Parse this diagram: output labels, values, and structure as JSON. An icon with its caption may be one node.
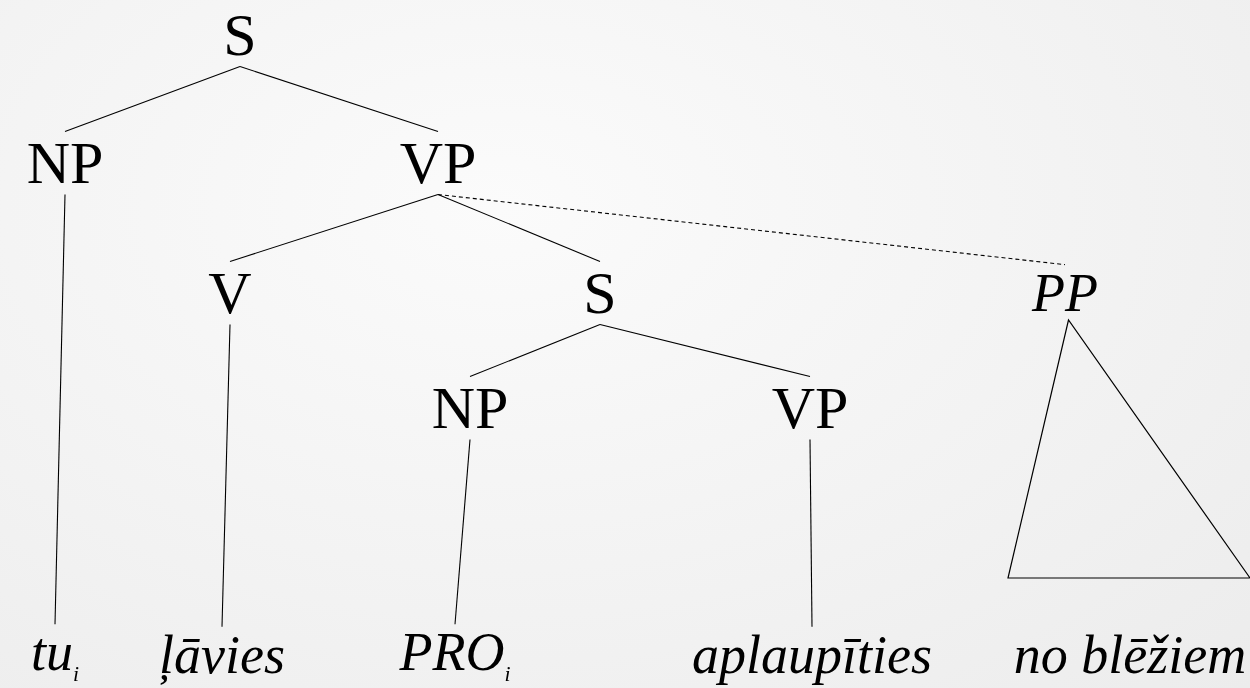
{
  "diagram": {
    "nodes": [
      {
        "text": [
          "S"
        ]
      },
      {
        "text": [
          "NP"
        ]
      },
      {
        "text": [
          "VP"
        ]
      },
      {
        "text": [
          "V"
        ]
      },
      {
        "text": [
          "S"
        ]
      },
      {
        "text": [
          "PP"
        ]
      },
      {
        "text": [
          "NP"
        ]
      },
      {
        "text": [
          "VP"
        ]
      },
      {
        "text": [
          "tu$_{i}$"
        ]
      },
      {
        "text": [
          "ļāvies"
        ]
      },
      {
        "text": [
          "PRO$_{i}$"
        ]
      },
      {
        "text": [
          "aplaupīties"
        ]
      },
      {
        "text": [],
        "shape": "triangle"
      },
      {
        "text": [
          "no blēžiem"
        ]
      }
    ],
    "edges": [
      {
        "from": 0,
        "to": 1,
        "arrow": "none"
      },
      {
        "from": 0,
        "to": 2,
        "arrow": "none"
      },
      {
        "from": 2,
        "to": 3,
        "arrow": "none"
      },
      {
        "from": 2,
        "to": 4,
        "arrow": "none"
      },
      {
        "from": 2,
        "to": 5,
        "arrow": "none",
        "style": "dashed"
      },
      {
        "from": 4,
        "to": 6,
        "arrow": "none"
      },
      {
        "from": 4,
        "to": 7,
        "arrow": "none"
      },
      {
        "from": 1,
        "to": 8,
        "arrow": "none"
      },
      {
        "from": 3,
        "to": 9,
        "arrow": "none"
      },
      {
        "from": 6,
        "to": 10,
        "arrow": "none"
      },
      {
        "from": 7,
        "to": 11,
        "arrow": "none"
      }
    ]
  }
}
